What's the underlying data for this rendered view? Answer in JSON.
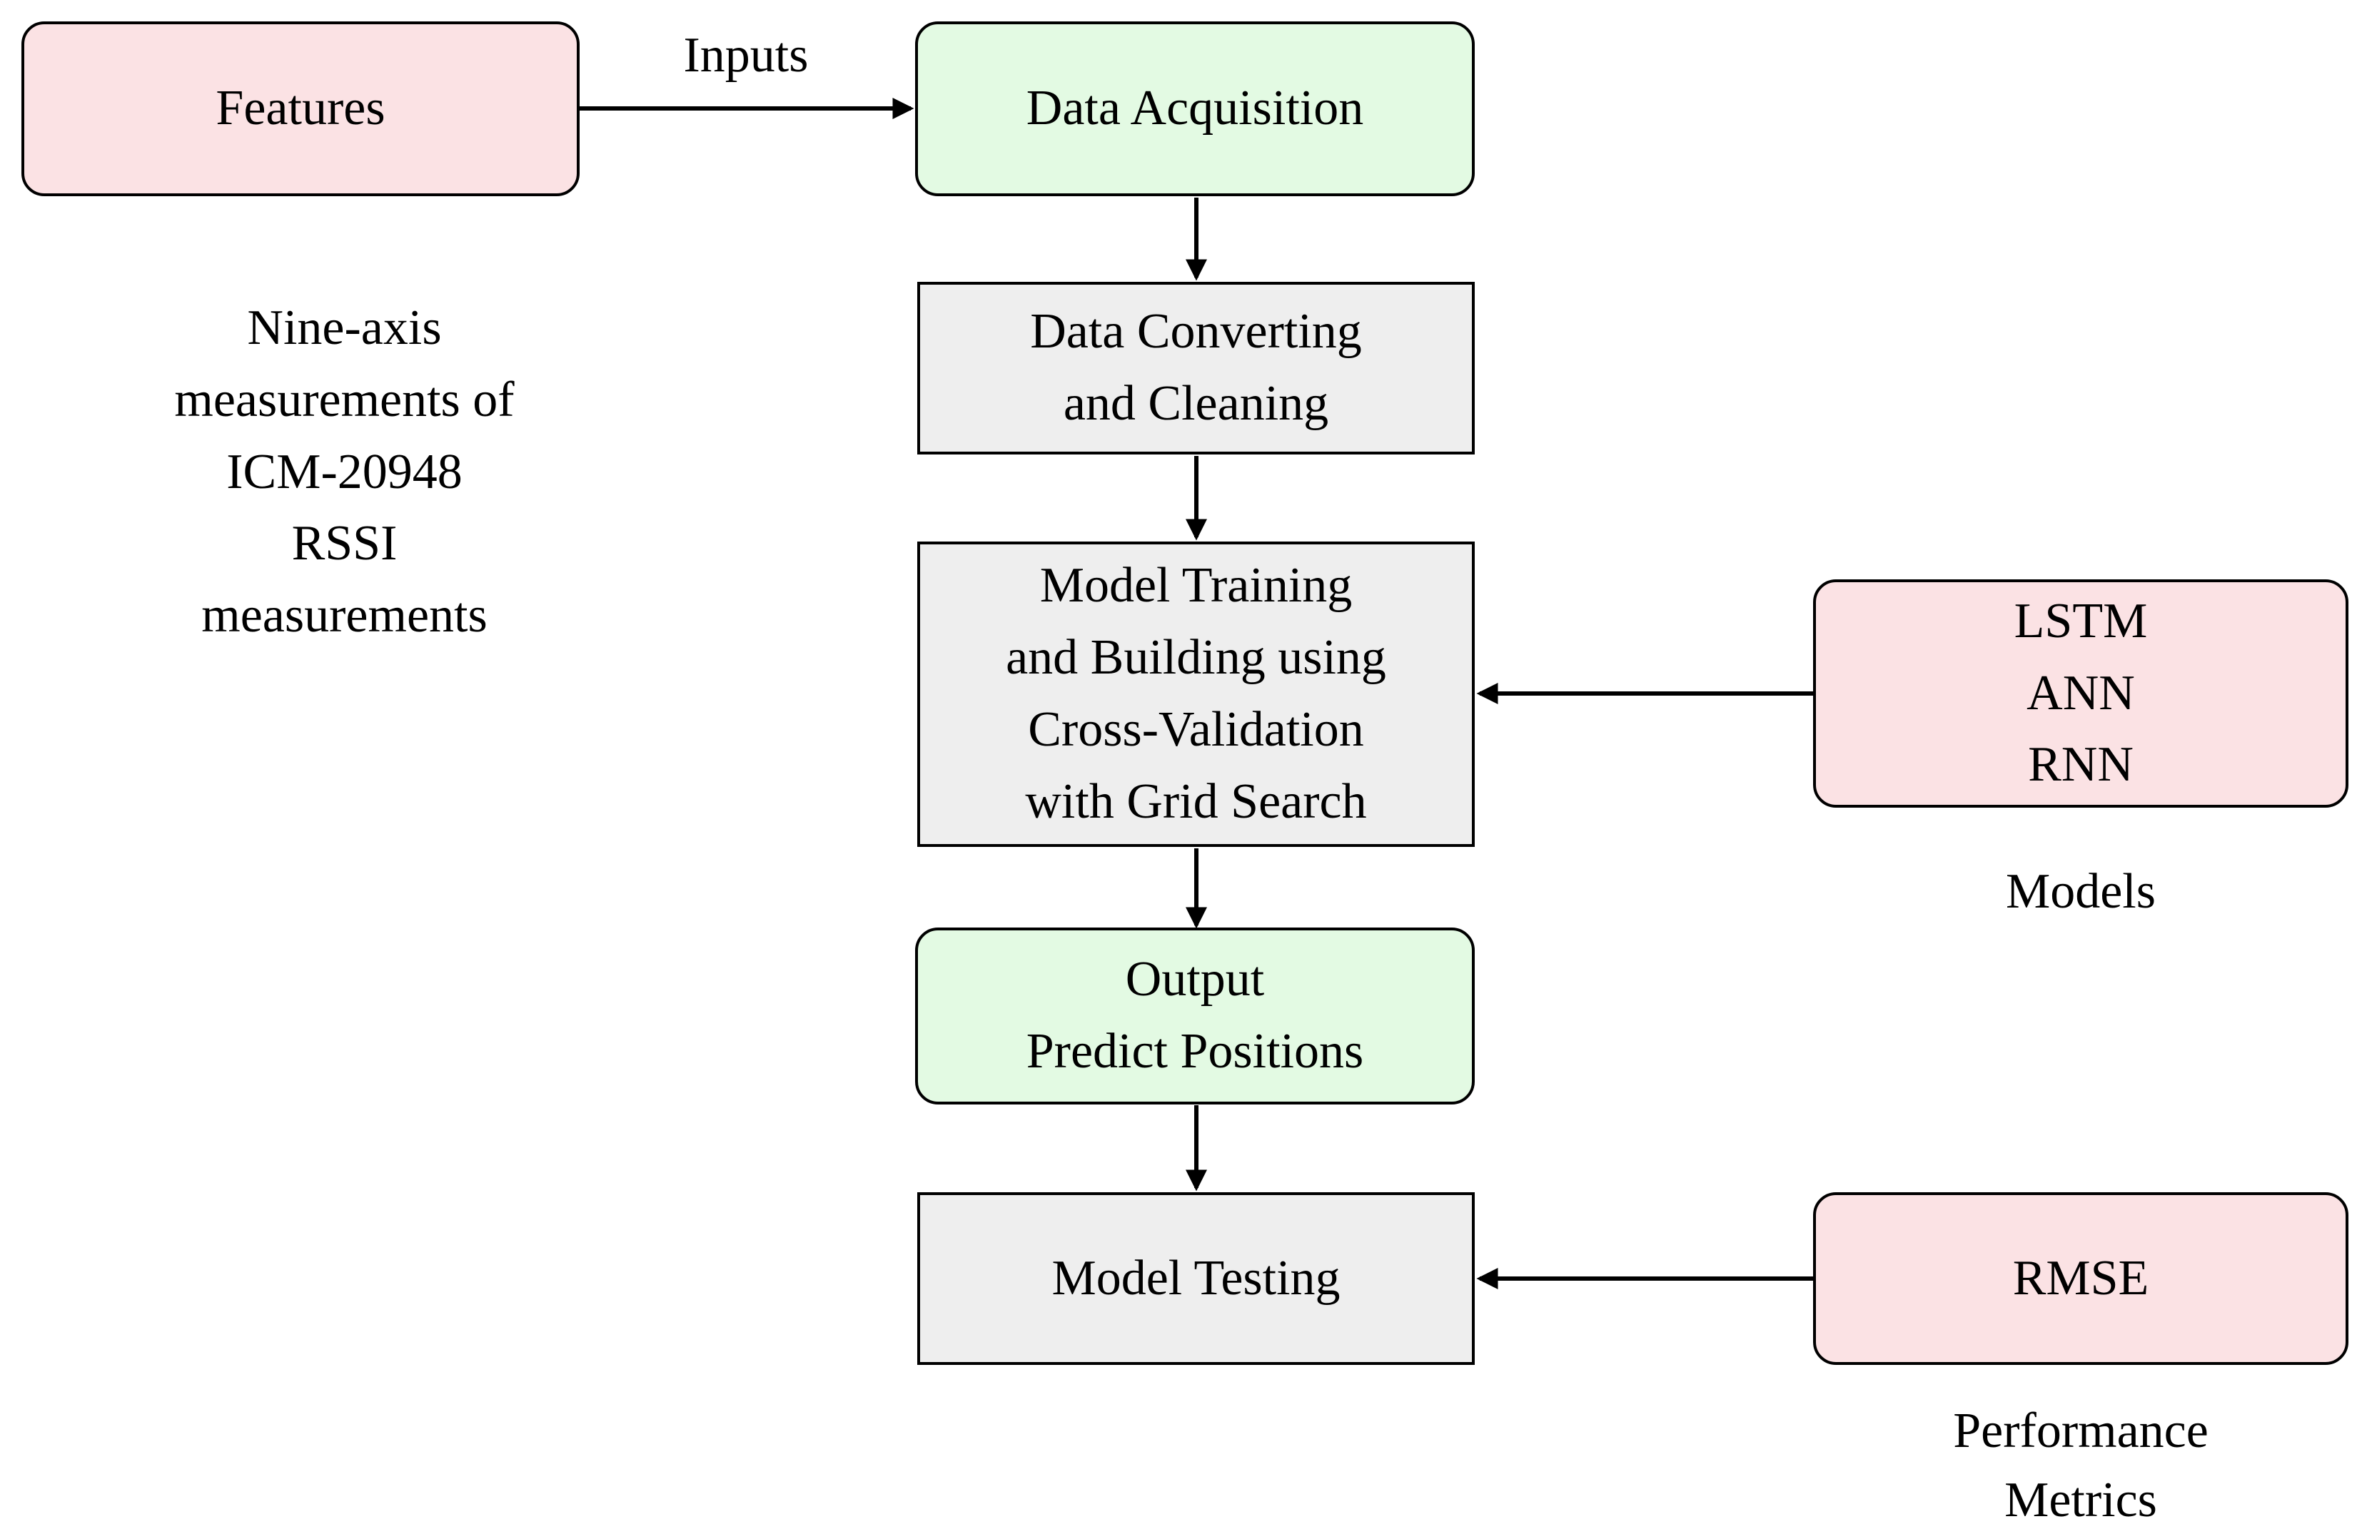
{
  "diagram": {
    "type": "flowchart",
    "nodes": {
      "features": {
        "label": "Features",
        "caption": "Nine-axis\nmeasurements of\nICM-20948\nRSSI\nmeasurements"
      },
      "data_acquisition": {
        "label": "Data Acquisition"
      },
      "data_converting": {
        "label": "Data Converting\nand Cleaning"
      },
      "model_training": {
        "label": "Model Training\nand Building using\nCross-Validation\nwith Grid Search"
      },
      "models": {
        "label": "LSTM\nANN\nRNN",
        "caption": "Models"
      },
      "output": {
        "label": "Output\nPredict Positions"
      },
      "model_testing": {
        "label": "Model Testing"
      },
      "rmse": {
        "label": "RMSE",
        "caption": "Performance\nMetrics"
      }
    },
    "edge_labels": {
      "inputs": "Inputs"
    }
  },
  "colors": {
    "pink_fill": "#fbe2e4",
    "green_fill": "#e3fae3",
    "gray_fill": "#eeeeee",
    "border": "#000000",
    "arrow": "#000000",
    "background": "#ffffff"
  }
}
